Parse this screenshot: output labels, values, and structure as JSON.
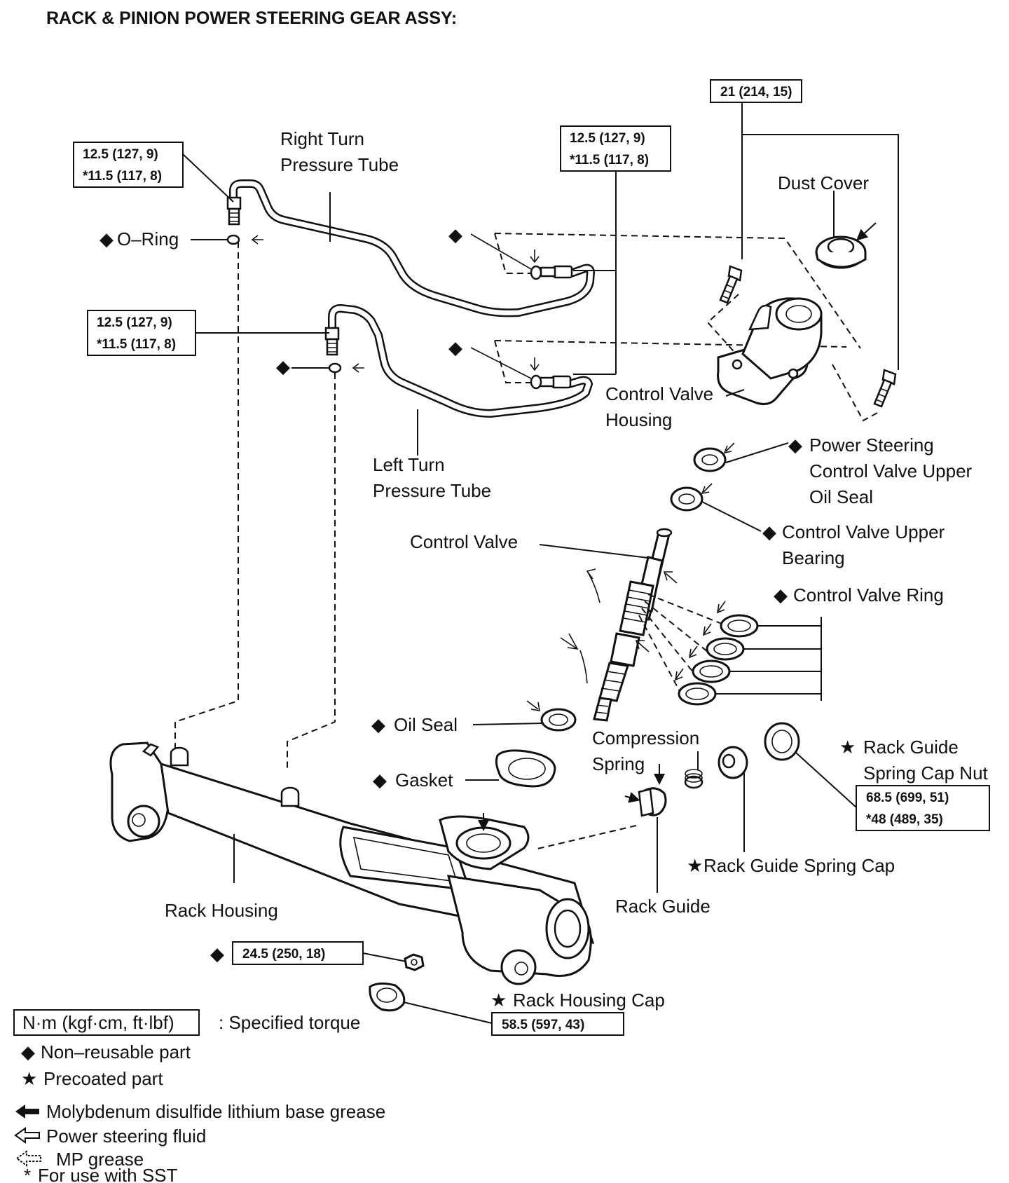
{
  "title": "RACK & PINION POWER STEERING GEAR ASSY:",
  "torque": {
    "right_tube_upper": "12.5 (127, 9)",
    "right_tube_upper_sst": "*11.5 (117, 8)",
    "left_tube_upper": "12.5 (127, 9)",
    "left_tube_upper_sst": "*11.5 (117, 8)",
    "tubes_valve_side": "12.5 (127, 9)",
    "tubes_valve_side_sst": "*11.5 (117, 8)",
    "housing_bolts": "21 (214, 15)",
    "spring_cap_nut": "68.5 (699, 51)",
    "spring_cap_nut_sst": "*48 (489, 35)",
    "rack_nut": "24.5 (250, 18)",
    "rack_housing_cap": "58.5 (597, 43)"
  },
  "labels": {
    "right_turn_tube": [
      "Right Turn",
      "Pressure Tube"
    ],
    "left_turn_tube": [
      "Left Turn",
      "Pressure Tube"
    ],
    "o_ring": "O–Ring",
    "dust_cover": "Dust Cover",
    "control_valve_housing": [
      "Control Valve",
      "Housing"
    ],
    "upper_oil_seal": [
      "Power Steering",
      "Control Valve Upper",
      "Oil Seal"
    ],
    "upper_bearing": [
      "Control Valve Upper",
      "Bearing"
    ],
    "control_valve": "Control Valve",
    "control_valve_ring": "Control Valve Ring",
    "oil_seal": "Oil Seal",
    "gasket": "Gasket",
    "compression_spring": [
      "Compression",
      "Spring"
    ],
    "rack_guide_spring_cap_nut": [
      "Rack Guide",
      "Spring Cap Nut"
    ],
    "rack_guide_spring_cap": "Rack Guide Spring Cap",
    "rack_guide": "Rack Guide",
    "rack_housing": "Rack Housing",
    "rack_housing_cap": "Rack Housing Cap"
  },
  "symbols": {
    "non_reusable": "◆",
    "precoated": "★",
    "sst": "*"
  },
  "legend": {
    "torque_unit": "N·m (kgf·cm, ft·lbf)",
    "torque_desc": ": Specified torque",
    "non_reusable": "Non–reusable part",
    "precoated": "Precoated part",
    "moly_grease": "Molybdenum disulfide lithium base grease",
    "ps_fluid": "Power steering fluid",
    "mp_grease": "MP grease",
    "sst": "For use with SST"
  },
  "colors": {
    "ink": "#111111",
    "paper": "#ffffff"
  }
}
